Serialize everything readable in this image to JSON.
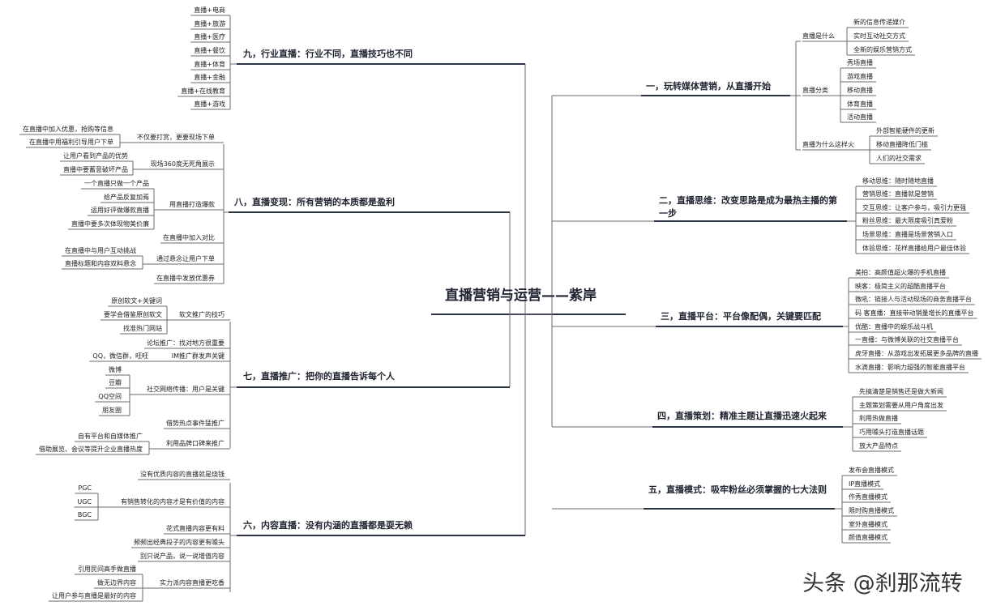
{
  "center": "直播营销与运营——紫岸",
  "watermark": "头条 @刹那流转",
  "right": [
    {
      "title": "一，玩转媒体营销，从直播开始",
      "children": [
        {
          "label": "直播是什么",
          "children": [
            "新的信息传递媒介",
            "实时互动社交方式",
            "全新的娱乐营销方式"
          ]
        },
        {
          "label": "直播分类",
          "children": [
            "秀场直播",
            "游戏直播",
            "移动直播",
            "体育直播",
            "活动直播"
          ]
        },
        {
          "label": "直播为什么这样火",
          "children": [
            "外部智能硬件的更新",
            "移动直播降低门槛",
            "人们的社交需求"
          ]
        }
      ]
    },
    {
      "title": "二，直播思维：改变思路是成为最热主播的第一步",
      "children": [
        {
          "label": "移动思维：随时随地直播"
        },
        {
          "label": "营销思维：直播就是营销"
        },
        {
          "label": "交互思维：让客户参与，吸引力更强"
        },
        {
          "label": "粉丝思维：最大限度吸引真爱粉"
        },
        {
          "label": "场景思维：直播是场景营销入口"
        },
        {
          "label": "体验思维：花样直播给用户最佳体验"
        }
      ]
    },
    {
      "title": "三，直播平台：平台像配偶，关键要匹配",
      "children": [
        {
          "label": "美拍：高颜值超火爆的手机直播"
        },
        {
          "label": "映客：极简主义的超酷直播平台"
        },
        {
          "label": "微吼：链接人与活动现场的商务直播平台"
        },
        {
          "label": "码 客直播：直接带动销量增长的直播平台"
        },
        {
          "label": "优酷：直播中的娱乐战斗机"
        },
        {
          "label": "一直播：与微博关联的社交直播平台"
        },
        {
          "label": "虎牙直播：从游戏出发拓展更多品牌的直播"
        },
        {
          "label": "水滴直播：影响力超强的智能直播平台"
        }
      ]
    },
    {
      "title": "四，直播策划：精准主题让直播迅速火起来",
      "children": [
        {
          "label": "先搞清楚是销售还是做大新闻"
        },
        {
          "label": "主题策划需要从用户角度出发"
        },
        {
          "label": "利用热做直播"
        },
        {
          "label": "巧用噱头打造直播话题"
        },
        {
          "label": "放大产品特点"
        }
      ]
    },
    {
      "title": "五，直播模式：吸牢粉丝必须掌握的七大法则",
      "children": [
        {
          "label": "发布会直播模式"
        },
        {
          "label": "IP直播模式"
        },
        {
          "label": "作秀直播模式"
        },
        {
          "label": "限时购直播模式"
        },
        {
          "label": "室外直播模式"
        },
        {
          "label": "颜值直播模式"
        }
      ]
    }
  ],
  "left": [
    {
      "title": "九，行业直播：行业不同，直播技巧也不同",
      "children": [
        {
          "label": "直播+电商"
        },
        {
          "label": "直播+旅游"
        },
        {
          "label": "直播+医疗"
        },
        {
          "label": "直播+餐饮"
        },
        {
          "label": "直播+体育"
        },
        {
          "label": "直播+金融"
        },
        {
          "label": "直播+在线教育"
        },
        {
          "label": "直播+游戏"
        }
      ]
    },
    {
      "title": "八，直播变现：所有营销的本质都是盈利",
      "children": [
        {
          "label": "不仅要打赏，更要现场下单",
          "children": [
            "在直播中加入优惠，抢购等信息",
            "在直播中用福利引导用户下单"
          ]
        },
        {
          "label": "现场360度无死角展示",
          "children": [
            "让用户看到产品的优势",
            "直播中要蓄意破坏产品"
          ]
        },
        {
          "label": "用直播打造爆款",
          "children": [
            "一个直播只做一个产品",
            "给产品反复加焉",
            "运用好评做爆款直播",
            "直播中要多次体现物美价廉"
          ]
        },
        {
          "label": "在直播中加入对比"
        },
        {
          "label": "通过悬念让用户下单",
          "children": [
            "在直播中与用户互动挑战",
            "直播标题和内容双料悬念"
          ]
        },
        {
          "label": "在直播中发放优惠券"
        }
      ]
    },
    {
      "title": "七，直播推广：把你的直播告诉每个人",
      "children": [
        {
          "label": "软文推广的技巧",
          "children": [
            "原创软文+关键词",
            "要学会借鉴原创软文",
            "找准热门网站"
          ]
        },
        {
          "label": "论坛推广：找对地方很重要"
        },
        {
          "label": "IM推广群发声关键",
          "children": [
            "QQ，微信群，旺旺"
          ]
        },
        {
          "label": "社交网络传播：用户是关键",
          "children": [
            "微博",
            "豆瓣",
            "QQ空间",
            "朋友圈"
          ]
        },
        {
          "label": "借势热点事件猛推广"
        },
        {
          "label": "利用品牌口碑来推广",
          "children": [
            "自有平台和自媒体推广",
            "借助展览、会议等提升企业直播热度"
          ]
        }
      ]
    },
    {
      "title": "六，内容直播：没有内涵的直播都是耍无赖",
      "children": [
        {
          "label": "没有优质内容的直播就是烧钱"
        },
        {
          "label": "有销售转化的内容才是有价值的内容",
          "children": [
            "PGC",
            "UGC",
            "BGC"
          ]
        },
        {
          "label": "花式直播内容更有料"
        },
        {
          "label": "频频出经典段子的内容更有噱头"
        },
        {
          "label": "别只说产品，说一说增值内容"
        },
        {
          "label": "实力派内容直播更吃香",
          "children": [
            "引用民间高手做直播",
            "做无边界内容",
            "让用户参与直播是最好的内容"
          ]
        }
      ]
    }
  ]
}
